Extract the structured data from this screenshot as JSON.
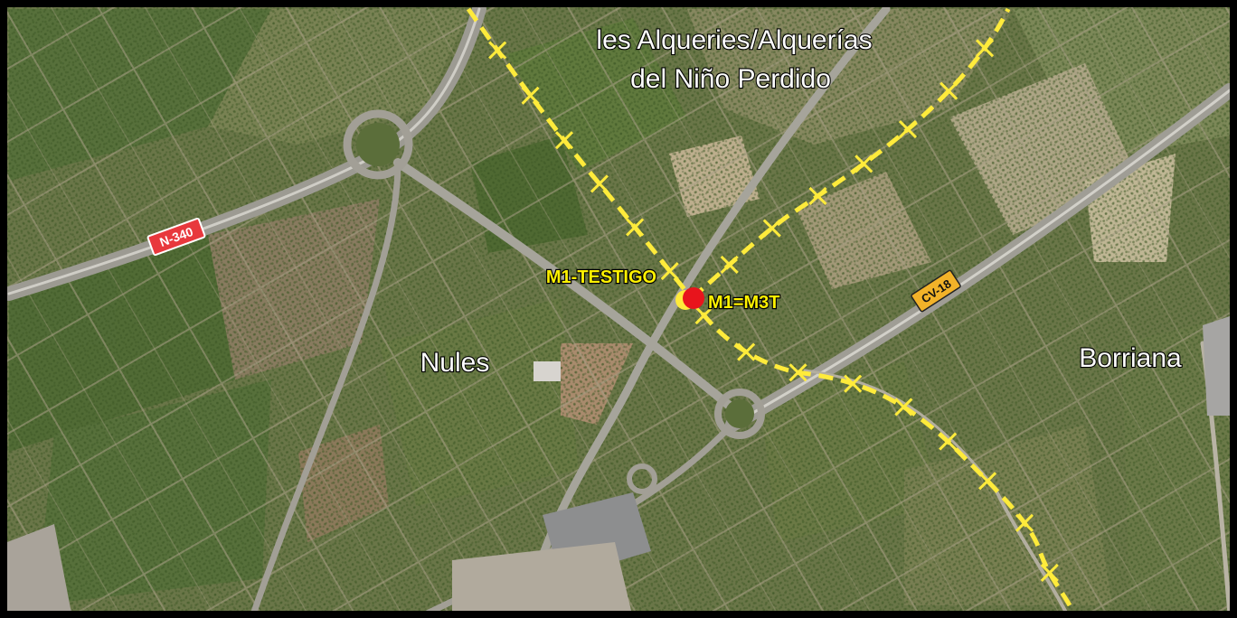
{
  "map": {
    "places": {
      "alquerias_line1": "les Alqueries/Alquerías",
      "alquerias_line2": "del Niño Perdido",
      "nules": "Nules",
      "borriana": "Borriana"
    },
    "roads": {
      "n340": "N-340",
      "cv18": "CV-18"
    },
    "points": {
      "testigo": "M1-TESTIGO",
      "m1m3t": "M1=M3T"
    },
    "colors": {
      "boundary": "#ffeb3b",
      "point_marker": "#e8141c",
      "n340_sign": "#e8383d",
      "cv18_sign": "#f2b229",
      "label_yellow": "#fff200",
      "field_base": "#6e7a4c"
    }
  }
}
